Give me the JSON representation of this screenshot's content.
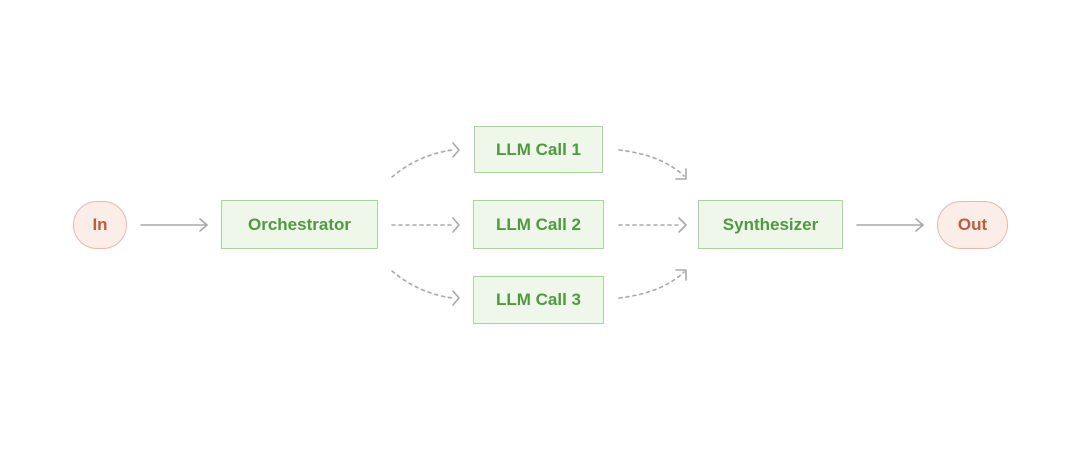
{
  "nodes": {
    "in": "In",
    "orchestrator": "Orchestrator",
    "llm_call_1": "LLM Call 1",
    "llm_call_2": "LLM Call 2",
    "llm_call_3": "LLM Call 3",
    "synthesizer": "Synthesizer",
    "out": "Out"
  },
  "edges": [
    {
      "from": "In",
      "to": "Orchestrator",
      "style": "solid"
    },
    {
      "from": "Orchestrator",
      "to": "LLM Call 1",
      "style": "dashed"
    },
    {
      "from": "Orchestrator",
      "to": "LLM Call 2",
      "style": "dashed"
    },
    {
      "from": "Orchestrator",
      "to": "LLM Call 3",
      "style": "dashed"
    },
    {
      "from": "LLM Call 1",
      "to": "Synthesizer",
      "style": "dashed"
    },
    {
      "from": "LLM Call 2",
      "to": "Synthesizer",
      "style": "dashed"
    },
    {
      "from": "LLM Call 3",
      "to": "Synthesizer",
      "style": "dashed"
    },
    {
      "from": "Synthesizer",
      "to": "Out",
      "style": "solid"
    }
  ],
  "colors": {
    "terminal_fill": "#fbeee9",
    "terminal_border": "#e9b7a8",
    "terminal_text": "#c25a3c",
    "step_fill": "#eef7ea",
    "step_border": "#a9d79b",
    "step_text": "#4f9a3e",
    "edge": "#a8a8a8"
  }
}
